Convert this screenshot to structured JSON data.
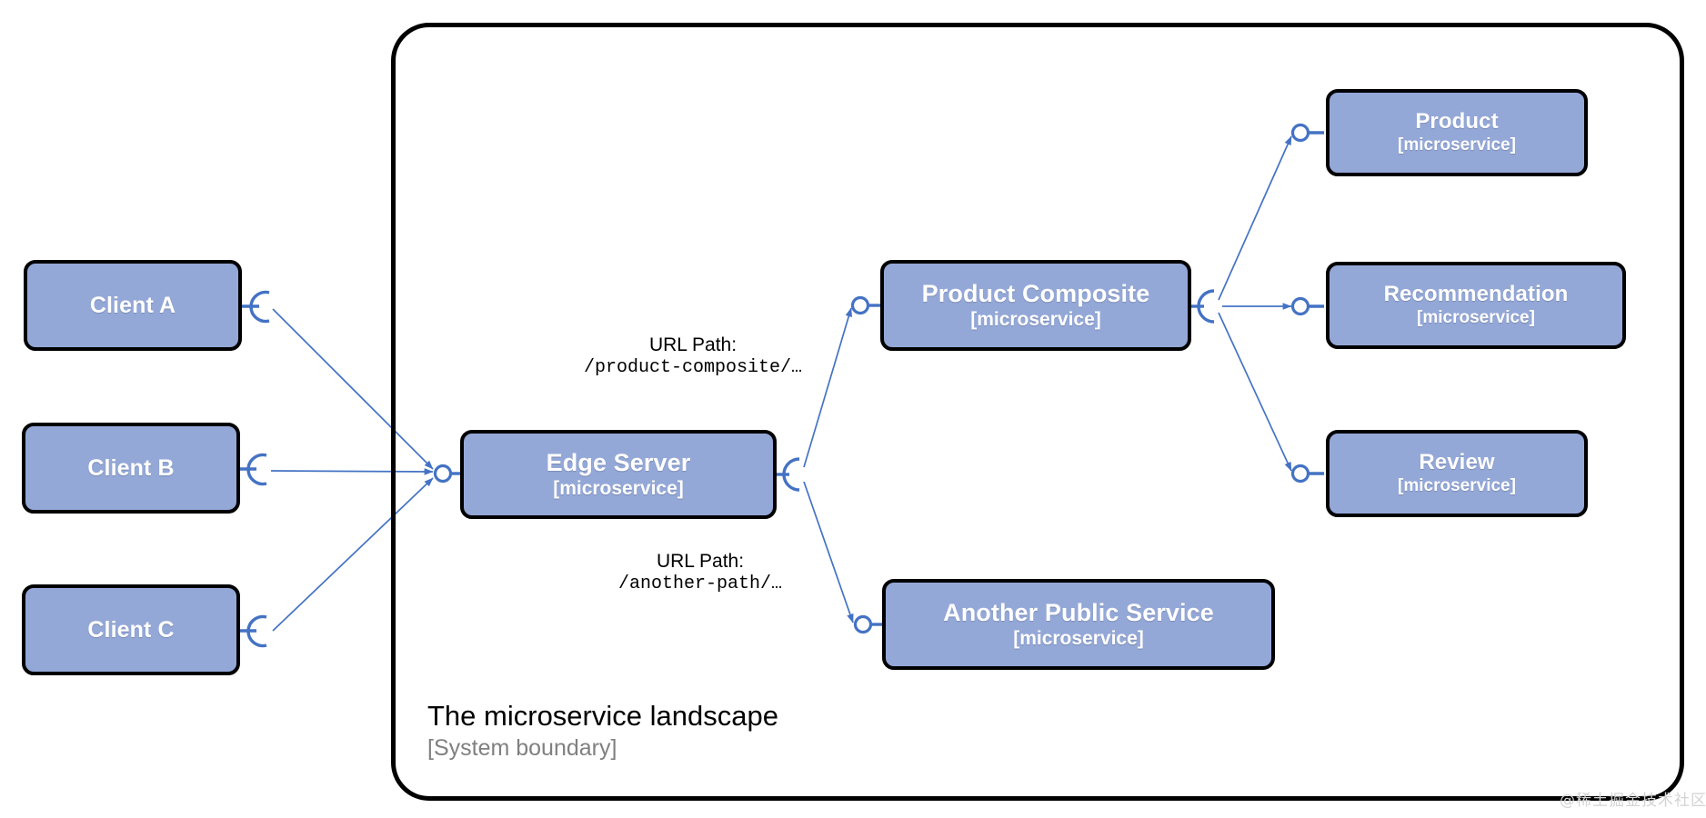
{
  "diagram": {
    "type": "component-diagram",
    "accent_color": "#94a8d8",
    "connector_color": "#4472c4",
    "boundary_color": "#000000",
    "background": "#ffffff"
  },
  "boundary": {
    "title": "The microservice landscape",
    "subtitle": "[System boundary]"
  },
  "stereotype": "[microservice]",
  "clients": [
    {
      "id": "client-a",
      "label": "Client A"
    },
    {
      "id": "client-b",
      "label": "Client B"
    },
    {
      "id": "client-c",
      "label": "Client C"
    }
  ],
  "services": [
    {
      "id": "edge-server",
      "label": "Edge Server",
      "stereotype": "[microservice]"
    },
    {
      "id": "product-composite",
      "label": "Product Composite",
      "stereotype": "[microservice]"
    },
    {
      "id": "another-public-service",
      "label": "Another Public Service",
      "stereotype": "[microservice]"
    },
    {
      "id": "product",
      "label": "Product",
      "stereotype": "[microservice]"
    },
    {
      "id": "recommendation",
      "label": "Recommendation",
      "stereotype": "[microservice]"
    },
    {
      "id": "review",
      "label": "Review",
      "stereotype": "[microservice]"
    }
  ],
  "edge_labels": [
    {
      "id": "route-product-composite",
      "caption": "URL Path:",
      "path": "/product-composite/…"
    },
    {
      "id": "route-another-path",
      "caption": "URL Path:",
      "path": "/another-path/…"
    }
  ],
  "connections": [
    {
      "from": "client-a",
      "to": "edge-server"
    },
    {
      "from": "client-b",
      "to": "edge-server"
    },
    {
      "from": "client-c",
      "to": "edge-server"
    },
    {
      "from": "edge-server",
      "to": "product-composite",
      "label": "/product-composite/…"
    },
    {
      "from": "edge-server",
      "to": "another-public-service",
      "label": "/another-path/…"
    },
    {
      "from": "product-composite",
      "to": "product"
    },
    {
      "from": "product-composite",
      "to": "recommendation"
    },
    {
      "from": "product-composite",
      "to": "review"
    }
  ],
  "watermark": "@稀土掘金技术社区"
}
